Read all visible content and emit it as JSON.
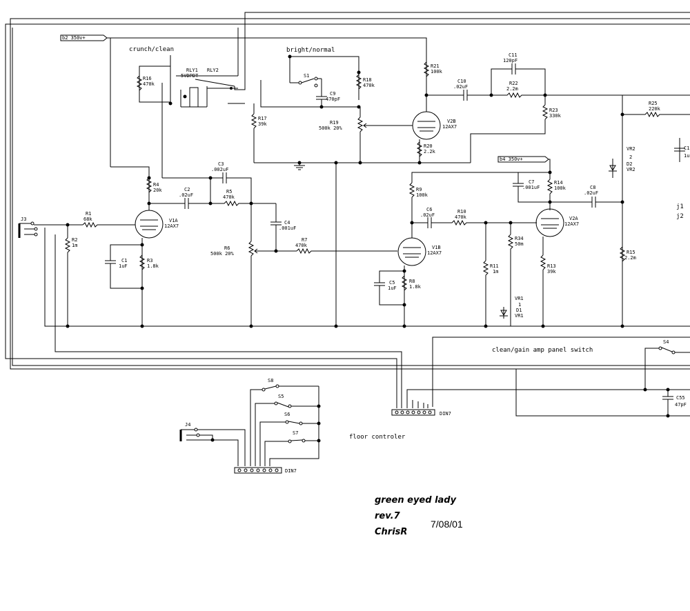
{
  "title": {
    "name": "green eyed lady",
    "rev": "rev.7",
    "author": "ChrisR",
    "date": "7/08/01"
  },
  "labels": {
    "crunch_clean": "crunch/clean",
    "bright_normal": "bright/normal",
    "clean_gain": "clean/gain amp panel switch",
    "floor": "floor controler",
    "b2": "b2 350v+",
    "b4": "b4 350v+",
    "j1": "j1",
    "j2": "j2"
  },
  "components": {
    "r1": [
      "R1",
      "68k"
    ],
    "r2": [
      "R2",
      "1m"
    ],
    "r3": [
      "R3",
      "1.8k"
    ],
    "r4": [
      "R4",
      "20k"
    ],
    "r5": [
      "R5",
      "470k"
    ],
    "r6": [
      "R6",
      "500k 20%"
    ],
    "r7": [
      "R7",
      "470k"
    ],
    "r8": [
      "R8",
      "1.8k"
    ],
    "r9": [
      "R9",
      "100k"
    ],
    "r10": [
      "R10",
      "470k"
    ],
    "r11": [
      "R11",
      "1m"
    ],
    "r13": [
      "R13",
      "39k"
    ],
    "r14": [
      "R14",
      "100k"
    ],
    "r15": [
      "R15",
      "2.2m"
    ],
    "r16": [
      "R16",
      "470k"
    ],
    "r17": [
      "R17",
      "39k"
    ],
    "r18": [
      "R18",
      "470k"
    ],
    "r19": [
      "R19",
      "500k 20%"
    ],
    "r20": [
      "R20",
      "2.2k"
    ],
    "r21": [
      "R21",
      "100k"
    ],
    "r22": [
      "R22",
      "2.2m"
    ],
    "r23": [
      "R23",
      "330k"
    ],
    "r25": [
      "R25",
      "220k"
    ],
    "r34": [
      "R34",
      "50m"
    ],
    "c1": [
      "C1",
      "1uF"
    ],
    "c2": [
      "C2",
      ".02uF"
    ],
    "c3": [
      "C3",
      ".002uF"
    ],
    "c4": [
      "C4",
      ".001uF"
    ],
    "c5": [
      "C5",
      "1uF"
    ],
    "c6": [
      "C6",
      ".02uF"
    ],
    "c7": [
      "C7",
      ".001uF"
    ],
    "c8": [
      "C8",
      ".02uF"
    ],
    "c9": [
      "C9",
      "470pF"
    ],
    "c10": [
      "C10",
      ".02uF"
    ],
    "c11": [
      "C11",
      "120pF"
    ],
    "c55": [
      "C55",
      "47pF"
    ],
    "v1a": [
      "V1A",
      "12AX7"
    ],
    "v1b": [
      "V1B",
      "12AX7"
    ],
    "v2a": [
      "V2A",
      "12AX7"
    ],
    "v2b": [
      "V2B",
      "12AX7"
    ],
    "vr1": [
      "VR1",
      "1",
      "D1",
      "VR1"
    ],
    "vr2": [
      "VR2",
      "2",
      "D2",
      "VR2"
    ],
    "rly": [
      "RLY1",
      "RLY2",
      "5VDPDT"
    ],
    "s1": "S1",
    "s4": "S4",
    "s5": "S5",
    "s6": "S6",
    "s7": "S7",
    "s8": "S8",
    "j3": "J3",
    "j4": "J4",
    "din1": "DIN7",
    "din2": "DIN7",
    "cpart": "C1",
    "cpart2": "1u"
  }
}
